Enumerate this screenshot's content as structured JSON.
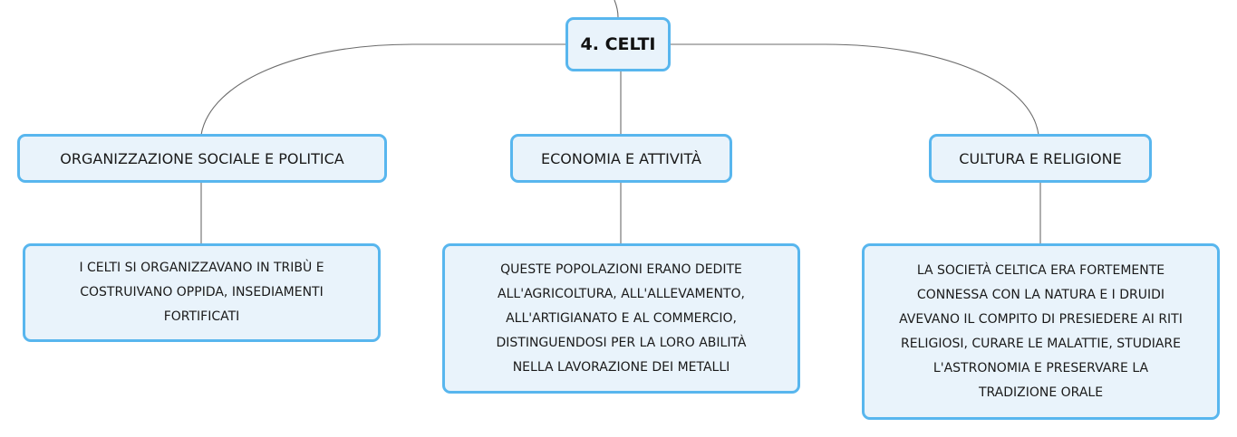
{
  "root": {
    "label": "4. CELTI"
  },
  "categories": [
    {
      "label": "ORGANIZZAZIONE SOCIALE E POLITICA",
      "description": [
        "I CELTI SI ORGANIZZAVANO IN TRIBÙ E",
        "COSTRUIVANO OPPIDA, INSEDIAMENTI",
        "FORTIFICATI"
      ]
    },
    {
      "label": "ECONOMIA E ATTIVITÀ",
      "description": [
        "QUESTE POPOLAZIONI ERANO DEDITE",
        "ALL'AGRICOLTURA, ALL'ALLEVAMENTO,",
        "ALL'ARTIGIANATO E AL COMMERCIO,",
        "DISTINGUENDOSI PER LA LORO ABILITÀ",
        "NELLA LAVORAZIONE DEI METALLI"
      ]
    },
    {
      "label": "CULTURA E RELIGIONE",
      "description": [
        "LA SOCIETÀ CELTICA ERA FORTEMENTE",
        "CONNESSA CON LA NATURA E I DRUIDI",
        "AVEVANO IL COMPITO DI PRESIEDERE AI RITI",
        "RELIGIOSI, CURARE LE MALATTIE, STUDIARE",
        "L'ASTRONOMIA E PRESERVARE LA",
        "TRADIZIONE ORALE"
      ]
    }
  ],
  "colors": {
    "node_border": "#58b6ee",
    "node_fill": "#e9f3fb",
    "connector": "#6b6b6b"
  }
}
